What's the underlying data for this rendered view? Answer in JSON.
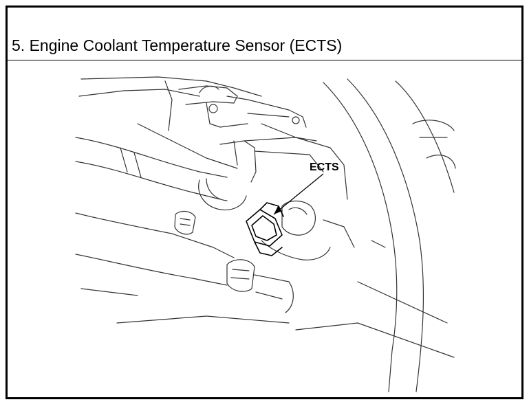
{
  "page": {
    "heading": "5. Engine Coolant Temperature Sensor (ECTS)"
  },
  "figure": {
    "callout_label": "ECTS",
    "subject": "engine-coolant-temperature-sensor"
  }
}
